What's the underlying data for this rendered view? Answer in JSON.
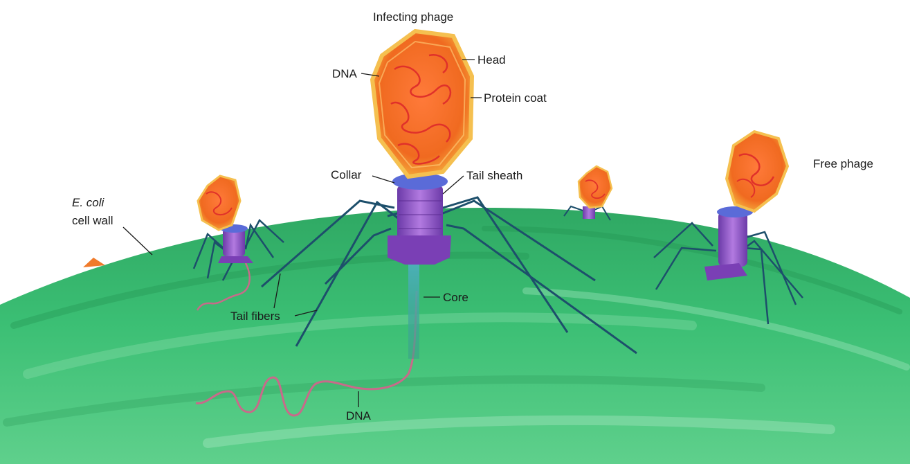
{
  "labels": {
    "infecting_phage": "Infecting phage",
    "head": "Head",
    "dna_top": "DNA",
    "protein_coat": "Protein coat",
    "collar": "Collar",
    "tail_sheath": "Tail sheath",
    "free_phage": "Free phage",
    "ecoli_species": "E. coli",
    "cell_wall": "cell wall",
    "core": "Core",
    "tail_fibers": "Tail fibers",
    "dna_bottom": "DNA"
  },
  "colors": {
    "cell_surface": "#3cb371",
    "cell_surface_dark": "#1f8a48",
    "phage_head": "#f08c1e",
    "phage_dna": "#e0312a",
    "tail": "#8a4bc0",
    "collar": "#5a6bd8",
    "fibers": "#1d4f6b",
    "injected_dna": "#c86a8a"
  }
}
